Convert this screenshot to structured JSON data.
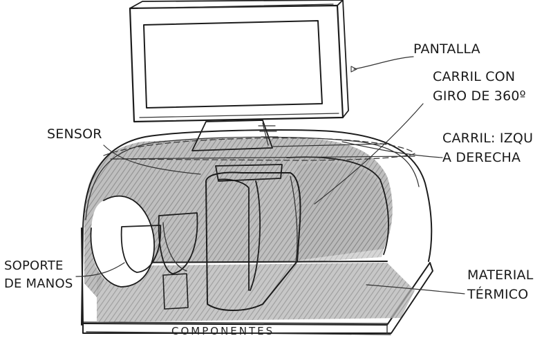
{
  "labels": {
    "pantalla": "PANTALLA",
    "carril_giro": [
      "CARRIL CON",
      "GIRO DE 360º"
    ],
    "sensor": "SENSOR",
    "carril_lateral": [
      "CARRIL: IZQU",
      "A DERECHA"
    ],
    "soporte": [
      "SOPORTE",
      "DE MANOS"
    ],
    "material": [
      "MATERIAL",
      "TÉRMICO"
    ],
    "componentes": "COMPONENTES"
  },
  "colors": {
    "ink": "#1c1c1c",
    "shading": "#9a9a9a",
    "paper": "#ffffff"
  }
}
